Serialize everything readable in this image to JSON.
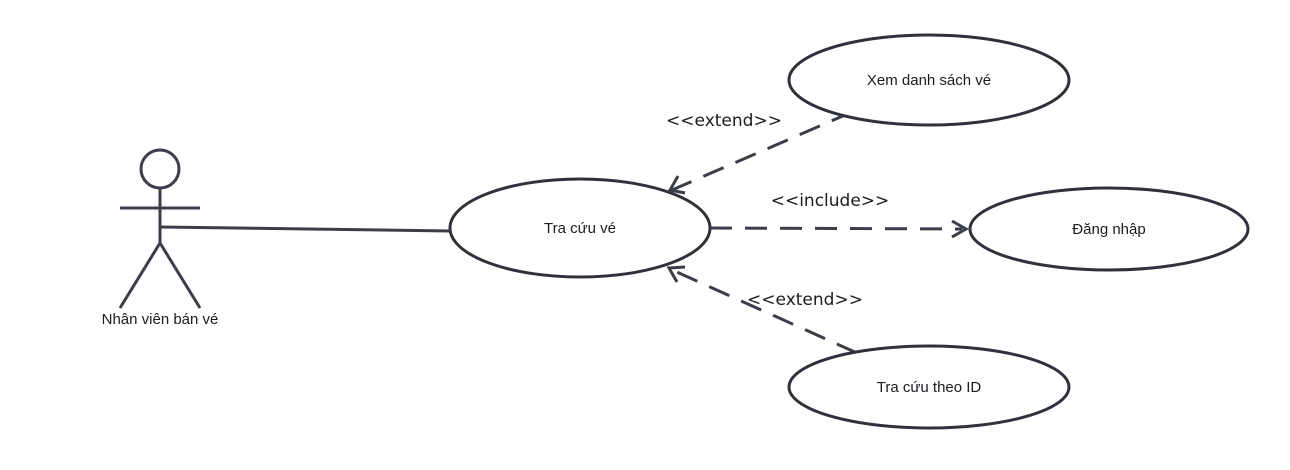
{
  "diagram": {
    "type": "use-case",
    "actor": {
      "label": "Nhân viên bán vé"
    },
    "use_cases": {
      "main": "Tra cứu vé",
      "list": "Xem danh sách vé",
      "login": "Đăng nhập",
      "by_id": "Tra cứu theo ID"
    },
    "relations": {
      "extend_list": "<<extend>>",
      "include_login": "<<include>>",
      "extend_by_id": "<<extend>>"
    },
    "colors": {
      "stroke": "#3b3e48",
      "ellipse_stroke": "#2f323b",
      "text": "#1a1c22",
      "background": "#ffffff"
    }
  }
}
